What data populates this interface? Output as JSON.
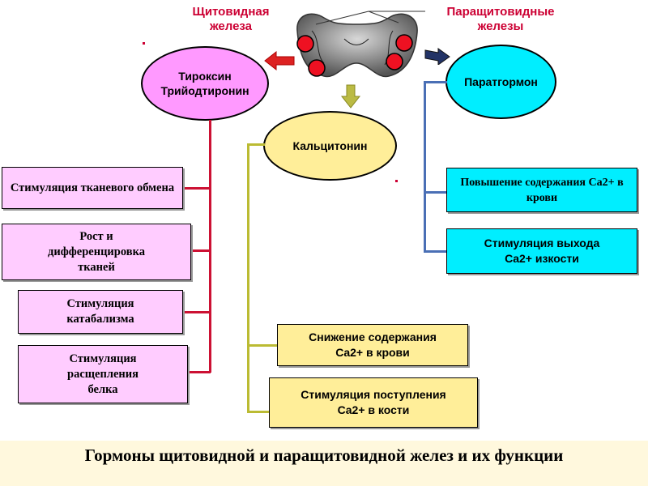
{
  "labels": {
    "thyroid": "Щитовидная железа",
    "parathyroid": "Паращитовидные железы"
  },
  "nodes": {
    "thyroid_hormones": [
      "Тироксин",
      "Трийодтиронин"
    ],
    "calcitonin": "Кальцитонин",
    "parathormone": "Паратгормон"
  },
  "thyroid_effects": [
    "Стимуляция тканевого обмена",
    "Рост и дифференцировка тканей",
    "Стимуляция катабализма",
    "Стимуляция расщепления белка"
  ],
  "calcitonin_effects": [
    "Снижение содержания Ca2+ в крови",
    "Стимуляция поступления Ca2+ в кости"
  ],
  "parathormone_effects": [
    "Повышение содержания Ca2+ в крови",
    "Стимуляция выхода Ca2+ изкости"
  ],
  "footer": "Гормоны щитовидной и паращитовидной желез и их функции",
  "colors": {
    "thyroid_node": "#ff99ff",
    "calcitonin_node": "#ffee99",
    "parathormone_node": "#00eeff",
    "accent_red": "#cc0033"
  }
}
